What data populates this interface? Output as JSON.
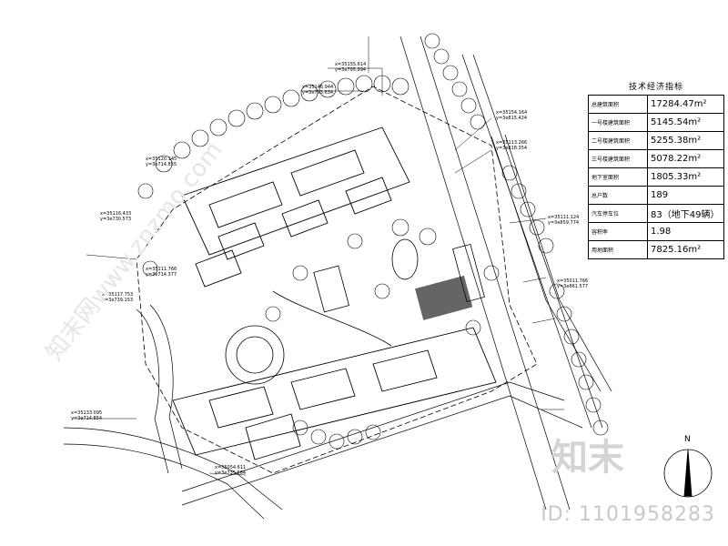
{
  "table": {
    "title": "技术经济指标",
    "rows": [
      {
        "label": "总建筑面积",
        "value": "17284.47m²"
      },
      {
        "label": "一号楼建筑面积",
        "value": "5145.54m²"
      },
      {
        "label": "二号楼建筑面积",
        "value": "5255.38m²"
      },
      {
        "label": "三号楼建筑面积",
        "value": "5078.22m²"
      },
      {
        "label": "地下室面积",
        "value": "1805.33m²"
      },
      {
        "label": "总户数",
        "value": "189"
      },
      {
        "label": "汽车停车位",
        "value": "83（地下49辆）"
      },
      {
        "label": "容积率",
        "value": "1.98"
      },
      {
        "label": "用地面积",
        "value": "7825.16m²"
      }
    ]
  },
  "north_label": "N",
  "watermark_id": "ID: 1101958283",
  "watermark_logo": "知末",
  "watermark_diagonal": "知末网www.znzmo.com",
  "coords": [
    {
      "text": "x=35155.614",
      "text2": "y=3e795.994"
    },
    {
      "text": "x=35146.944",
      "text2": "y=3e793.634"
    },
    {
      "text": "x=35120.145",
      "text2": "y=3e714.855"
    },
    {
      "text": "x=35116.433",
      "text2": "y=3e730.573"
    },
    {
      "text": "x=35111.766",
      "text2": "y=3e714.377"
    },
    {
      "text": "x=35133.095",
      "text2": "y=3e714.854"
    },
    {
      "text": "x=35154.164",
      "text2": "y=3e815.424"
    },
    {
      "text": "x=35113.266",
      "text2": "y=3e818.354"
    },
    {
      "text": "x=35111.124",
      "text2": "y=3e859.774"
    },
    {
      "text": "x=35011.766",
      "text2": "y=3e861.577"
    },
    {
      "text": "x=35054.611",
      "text2": "y=3e735.564"
    },
    {
      "text": "x=35117.753",
      "text2": "y=3e739.153"
    }
  ]
}
